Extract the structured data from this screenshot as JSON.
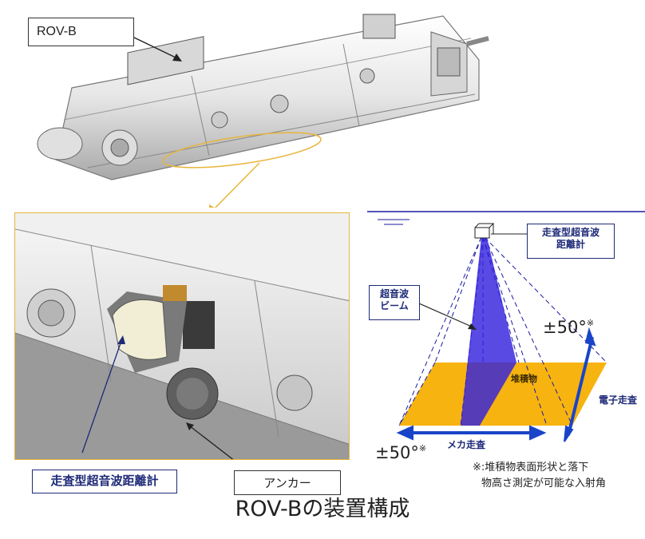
{
  "labels": {
    "rov_name": "ROV-B",
    "sensor_name": "走査型超音波距離計",
    "anchor": "アンカー"
  },
  "diagram": {
    "sensor_line1": "走査型超音波",
    "sensor_line2": "距離計",
    "beam_line1": "超音波",
    "beam_line2": "ビーム",
    "angle_right": "±50°",
    "angle_left": "±50°",
    "mark": "※",
    "sediment": "堆積物",
    "electronic_scan": "電子走査",
    "mechanical_scan": "メカ走査",
    "note_line1": "※:堆積物表面形状と落下",
    "note_line2": "物高さ測定が可能な入射角"
  },
  "caption": "ROV-Bの装置構成",
  "colors": {
    "frame": "#e8b53a",
    "sediment": "#f7b30f",
    "beam": "#3322dd",
    "arrow": "#1a44c8",
    "box_border": "#1e2a78"
  }
}
